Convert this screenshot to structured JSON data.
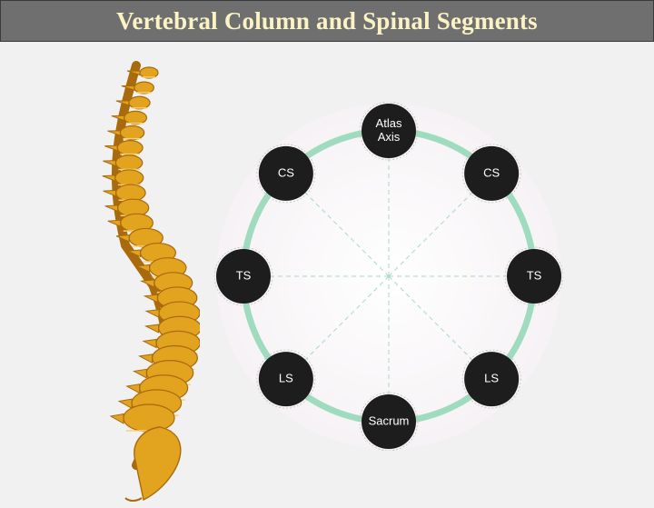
{
  "header": {
    "title": "Vertebral Column and Spinal Segments"
  },
  "colors": {
    "title_bg": "#6f6f6f",
    "title_text": "#fbf3c4",
    "ring": "#9fdcbf",
    "node": "#1d1d1d",
    "spine_bone": "#e2a31f",
    "spine_shadow": "#a86a0c"
  },
  "diagram": {
    "nodes": [
      {
        "id": "top",
        "lines": [
          "Atlas",
          "Axis"
        ]
      },
      {
        "id": "upper-right",
        "lines": [
          "CS"
        ]
      },
      {
        "id": "right",
        "lines": [
          "TS"
        ]
      },
      {
        "id": "lower-right",
        "lines": [
          "LS"
        ]
      },
      {
        "id": "bottom",
        "lines": [
          "Sacrum"
        ]
      },
      {
        "id": "lower-left",
        "lines": [
          "LS"
        ]
      },
      {
        "id": "left",
        "lines": [
          "TS"
        ]
      },
      {
        "id": "upper-left",
        "lines": [
          "CS"
        ]
      }
    ]
  },
  "spine_icon": "spine-illustration"
}
